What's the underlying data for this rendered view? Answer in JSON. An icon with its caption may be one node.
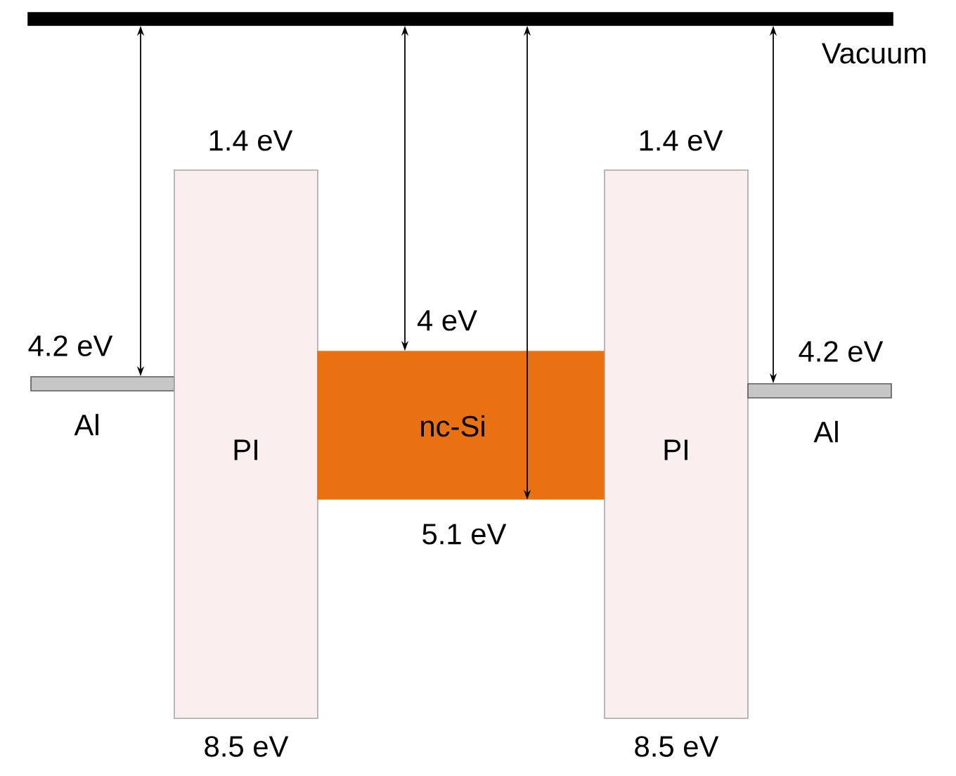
{
  "diagram": {
    "nodes": [
      {
        "text": [
          "Vacuum"
        ]
      },
      {
        "text": [
          "Al"
        ]
      },
      {
        "text": [
          "PI"
        ],
        "beside": [
          "1.4 eV",
          "8.5 eV"
        ]
      },
      {
        "text": [
          "nc-Si"
        ]
      },
      {
        "text": [
          "PI"
        ],
        "beside": [
          "1.4 eV",
          "8.5 eV"
        ]
      },
      {
        "text": [
          "Al"
        ]
      }
    ],
    "edges": [
      {
        "from": 0,
        "to": 1,
        "arrow": "both",
        "label": "4.2 eV"
      },
      {
        "from": 0,
        "to": 3,
        "arrow": "both",
        "label": "4 eV"
      },
      {
        "from": 0,
        "to": 3,
        "arrow": "both",
        "label": "5.1 eV"
      },
      {
        "from": 0,
        "to": 5,
        "arrow": "both",
        "label": "4.2 eV"
      }
    ]
  }
}
